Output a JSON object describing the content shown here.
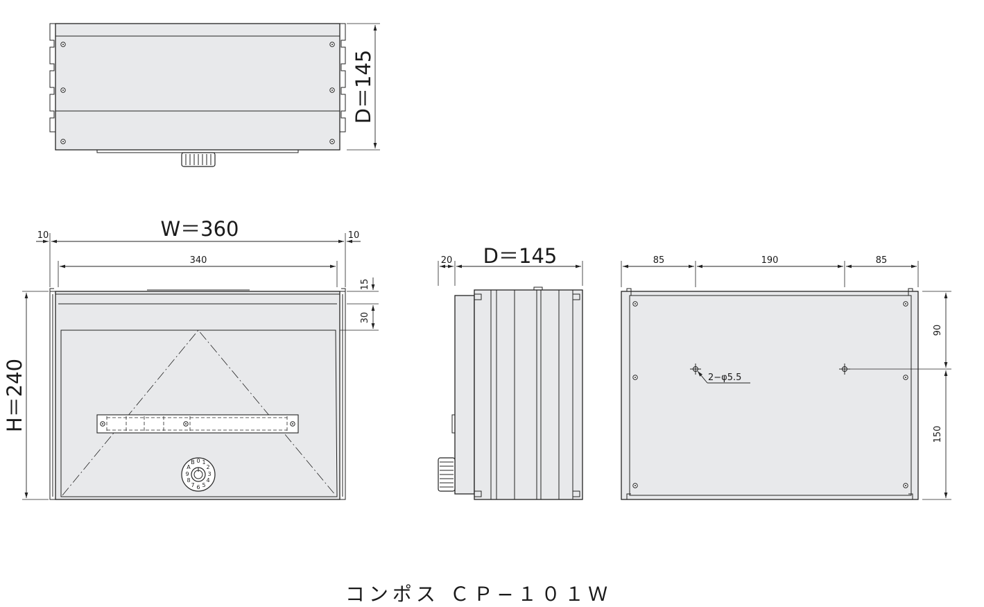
{
  "top_view": {
    "depth_label": "D＝145"
  },
  "front_view": {
    "width_label": "W＝360",
    "height_label": "H＝240",
    "inner_width": "340",
    "left_margin": "10",
    "right_margin": "10",
    "top_offset_1": "15",
    "top_offset_2": "30",
    "dial_digits": [
      "0",
      "1",
      "2",
      "3",
      "4",
      "5",
      "6",
      "7",
      "8",
      "9",
      "A",
      "B"
    ]
  },
  "side_view": {
    "depth_label": "D＝145",
    "offset": "20"
  },
  "back_view": {
    "left_span": "85",
    "middle_span": "190",
    "right_span": "85",
    "upper_height": "90",
    "lower_height": "150",
    "hole_note": "2−φ5.5"
  },
  "title": "コンポス ＣＰ−１０１Ｗ"
}
